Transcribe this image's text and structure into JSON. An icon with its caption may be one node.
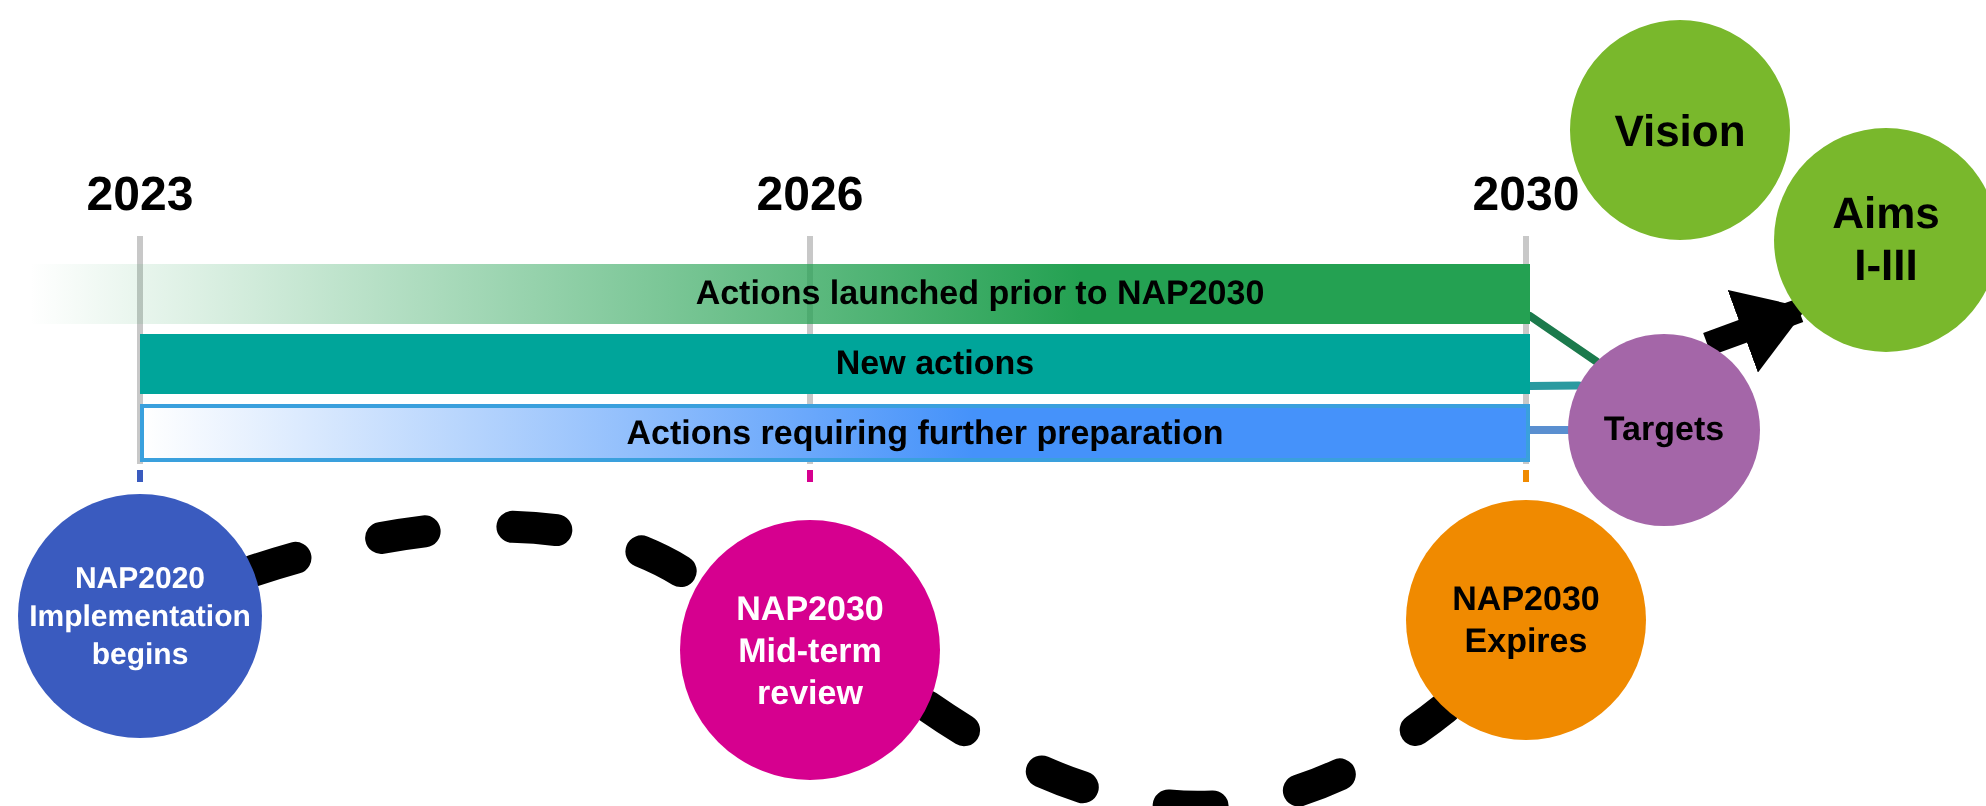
{
  "diagram": {
    "nodes": [
      {
        "text": [
          "Actions launched prior to NAP2030"
        ]
      },
      {
        "text": [
          "New actions"
        ]
      },
      {
        "text": [
          "Actions requiring further preparation"
        ]
      },
      {
        "text": [
          "NAP2020 Implementation begins"
        ]
      },
      {
        "text": [
          "NAP2030 Mid-term review"
        ]
      },
      {
        "text": [
          "NAP2030 Expires"
        ]
      },
      {
        "text": [
          "Targets"
        ]
      },
      {
        "text": [
          "Vision"
        ]
      },
      {
        "text": [
          "Aims I-III"
        ]
      }
    ],
    "edges": [
      {
        "from": 0,
        "to": 6,
        "arrow": "none",
        "color": "#1b7a4c"
      },
      {
        "from": 1,
        "to": 6,
        "arrow": "none",
        "color": "#2a9aa0"
      },
      {
        "from": 2,
        "to": 6,
        "arrow": "none",
        "color": "#5a8fd0"
      },
      {
        "from": 3,
        "to": 4,
        "arrow": "none",
        "style": "dashed"
      },
      {
        "from": 4,
        "to": 5,
        "arrow": "none",
        "style": "dashed"
      },
      {
        "from": 6,
        "to": 8,
        "arrow": "to",
        "style": "thick"
      }
    ],
    "labels": [
      "2023",
      "2026",
      "2030"
    ]
  }
}
